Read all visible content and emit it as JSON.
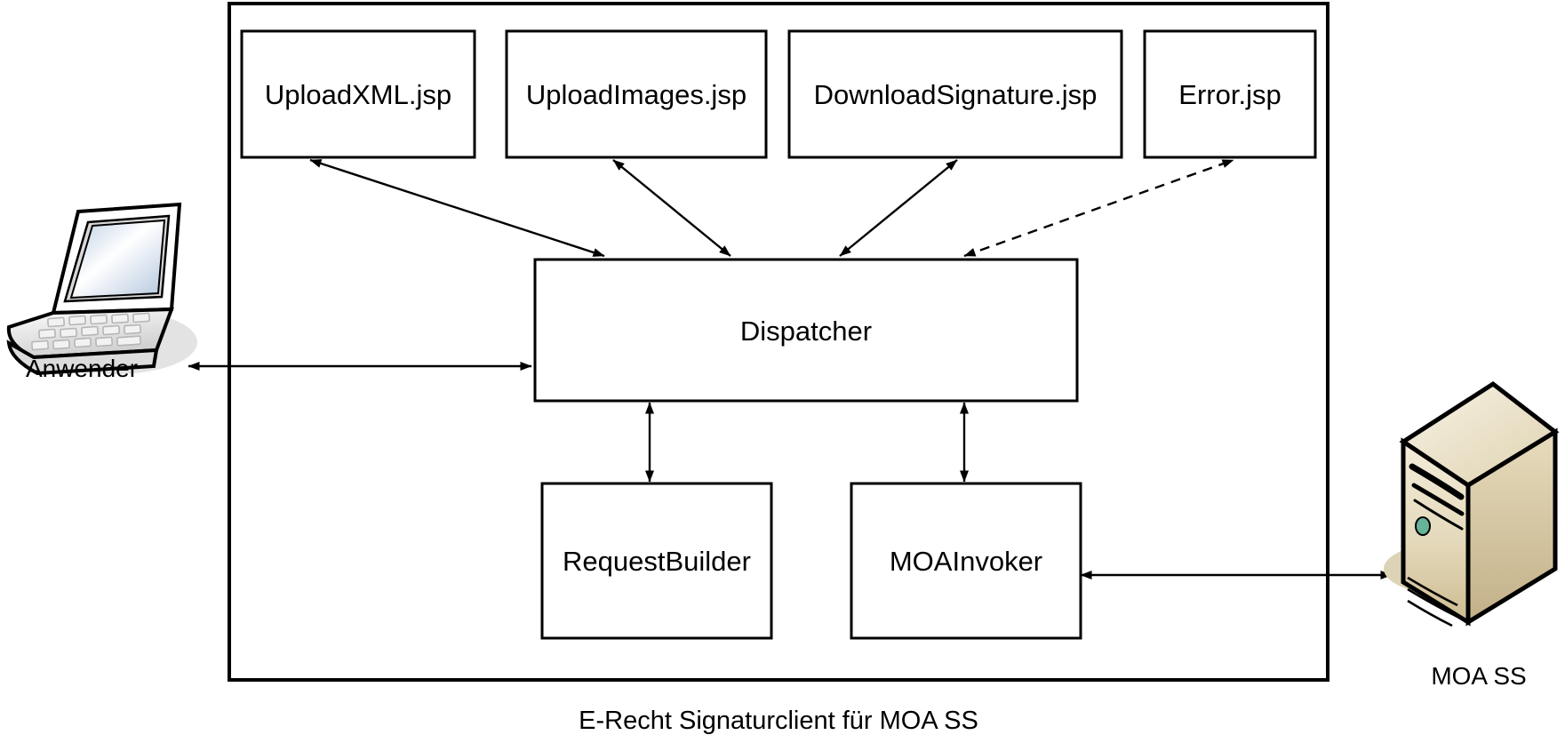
{
  "diagram": {
    "caption": "E-Recht Signaturclient für MOA SS",
    "container_name": "E-Recht Signaturclient für MOA SS",
    "colors": {
      "stroke": "#000000",
      "box_fill": "#ffffff",
      "server_body": "#d6c79a",
      "server_light": "#efe6ce",
      "server_led": "#66b39a",
      "laptop_screen": "#ccd9ec",
      "laptop_body": "#e8e8e8",
      "shadow": "#e0e0e0"
    },
    "jsp_boxes": [
      {
        "id": "uploadxml",
        "label": "UploadXML.jsp"
      },
      {
        "id": "uploadimages",
        "label": "UploadImages.jsp"
      },
      {
        "id": "downloadsignature",
        "label": "DownloadSignature.jsp"
      },
      {
        "id": "error",
        "label": "Error.jsp"
      }
    ],
    "core_boxes": [
      {
        "id": "dispatcher",
        "label": "Dispatcher"
      },
      {
        "id": "requestbuilder",
        "label": "RequestBuilder"
      },
      {
        "id": "moainvoker",
        "label": "MOAInvoker"
      }
    ],
    "actors": [
      {
        "id": "anwender",
        "label": "Anwender",
        "icon": "laptop-icon"
      },
      {
        "id": "moass",
        "label": "MOA SS",
        "icon": "server-icon"
      }
    ],
    "connections": [
      {
        "from": "dispatcher",
        "to": "uploadxml",
        "style": "solid",
        "arrows": "both"
      },
      {
        "from": "dispatcher",
        "to": "uploadimages",
        "style": "solid",
        "arrows": "both"
      },
      {
        "from": "dispatcher",
        "to": "downloadsignature",
        "style": "solid",
        "arrows": "both"
      },
      {
        "from": "dispatcher",
        "to": "error",
        "style": "dashed",
        "arrows": "both"
      },
      {
        "from": "anwender",
        "to": "dispatcher",
        "style": "solid",
        "arrows": "both"
      },
      {
        "from": "dispatcher",
        "to": "requestbuilder",
        "style": "solid",
        "arrows": "both"
      },
      {
        "from": "dispatcher",
        "to": "moainvoker",
        "style": "solid",
        "arrows": "both"
      },
      {
        "from": "moainvoker",
        "to": "moass",
        "style": "solid",
        "arrows": "both"
      }
    ]
  }
}
